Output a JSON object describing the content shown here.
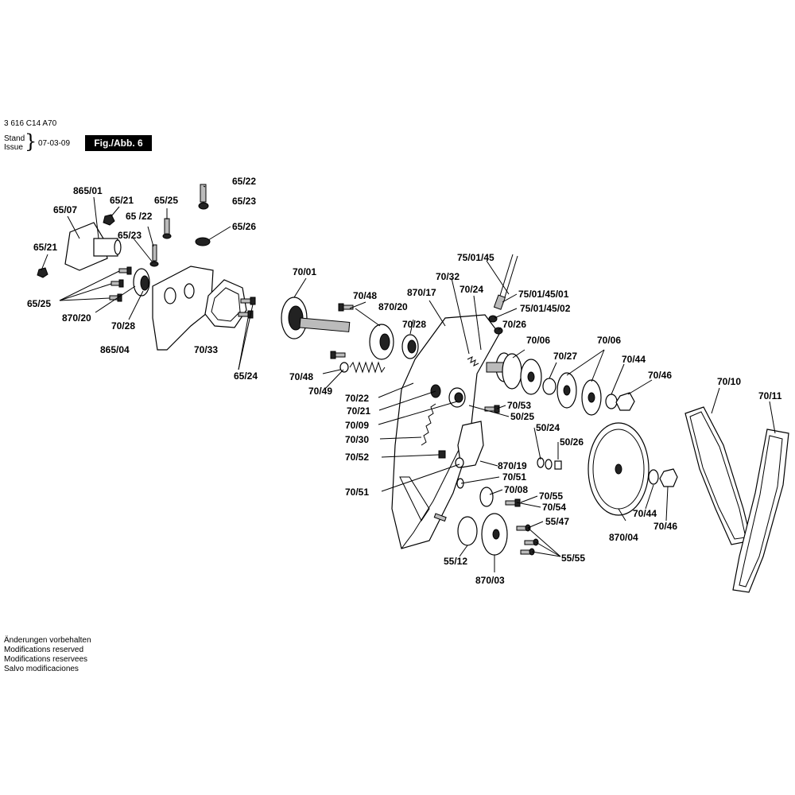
{
  "header": {
    "doc_number": "3 616 C14 A70",
    "stand_label": "Stand",
    "issue_label": "Issue",
    "date": "07-03-09",
    "figure": "Fig./Abb. 6"
  },
  "footer": {
    "lines": [
      "Änderungen vorbehalten",
      "Modifications reserved",
      "Modifications reservees",
      "Salvo modificaciones"
    ]
  },
  "labels": {
    "l_865_01": "865/01",
    "l_65_21a": "65/21",
    "l_65_25a": "65/25",
    "l_65_22a": "65/22",
    "l_65_23a": "65/23",
    "l_65_07": "65/07",
    "l_65_22b": "65 /22",
    "l_65_23b": "65/23",
    "l_65_26": "65/26",
    "l_65_21b": "65/21",
    "l_65_25b": "65/25",
    "l_870_20a": "870/20",
    "l_70_28a": "70/28",
    "l_865_04": "865/04",
    "l_70_33": "70/33",
    "l_65_24": "65/24",
    "l_70_01": "70/01",
    "l_70_48a": "70/48",
    "l_870_17": "870/17",
    "l_70_32": "70/32",
    "l_70_24": "70/24",
    "l_75_01_45": "75/01/45",
    "l_75_01_45_01": "75/01/45/01",
    "l_75_01_45_02": "75/01/45/02",
    "l_870_20b": "870/20",
    "l_70_28b": "70/28",
    "l_70_26": "70/26",
    "l_70_06a": "70/06",
    "l_70_06b": "70/06",
    "l_70_27": "70/27",
    "l_70_44a": "70/44",
    "l_70_46a": "70/46",
    "l_70_10": "70/10",
    "l_70_11": "70/11",
    "l_70_48b": "70/48",
    "l_70_49": "70/49",
    "l_70_22": "70/22",
    "l_70_21": "70/21",
    "l_70_09": "70/09",
    "l_70_30": "70/30",
    "l_70_53": "70/53",
    "l_50_25": "50/25",
    "l_50_24": "50/24",
    "l_50_26": "50/26",
    "l_70_52": "70/52",
    "l_870_19": "870/19",
    "l_70_51a": "70/51",
    "l_70_51b": "70/51",
    "l_70_08": "70/08",
    "l_70_55": "70/55",
    "l_70_54": "70/54",
    "l_55_47": "55/47",
    "l_55_55": "55/55",
    "l_55_12": "55/12",
    "l_870_03": "870/03",
    "l_70_44b": "70/44",
    "l_70_46b": "70/46",
    "l_870_04": "870/04"
  }
}
